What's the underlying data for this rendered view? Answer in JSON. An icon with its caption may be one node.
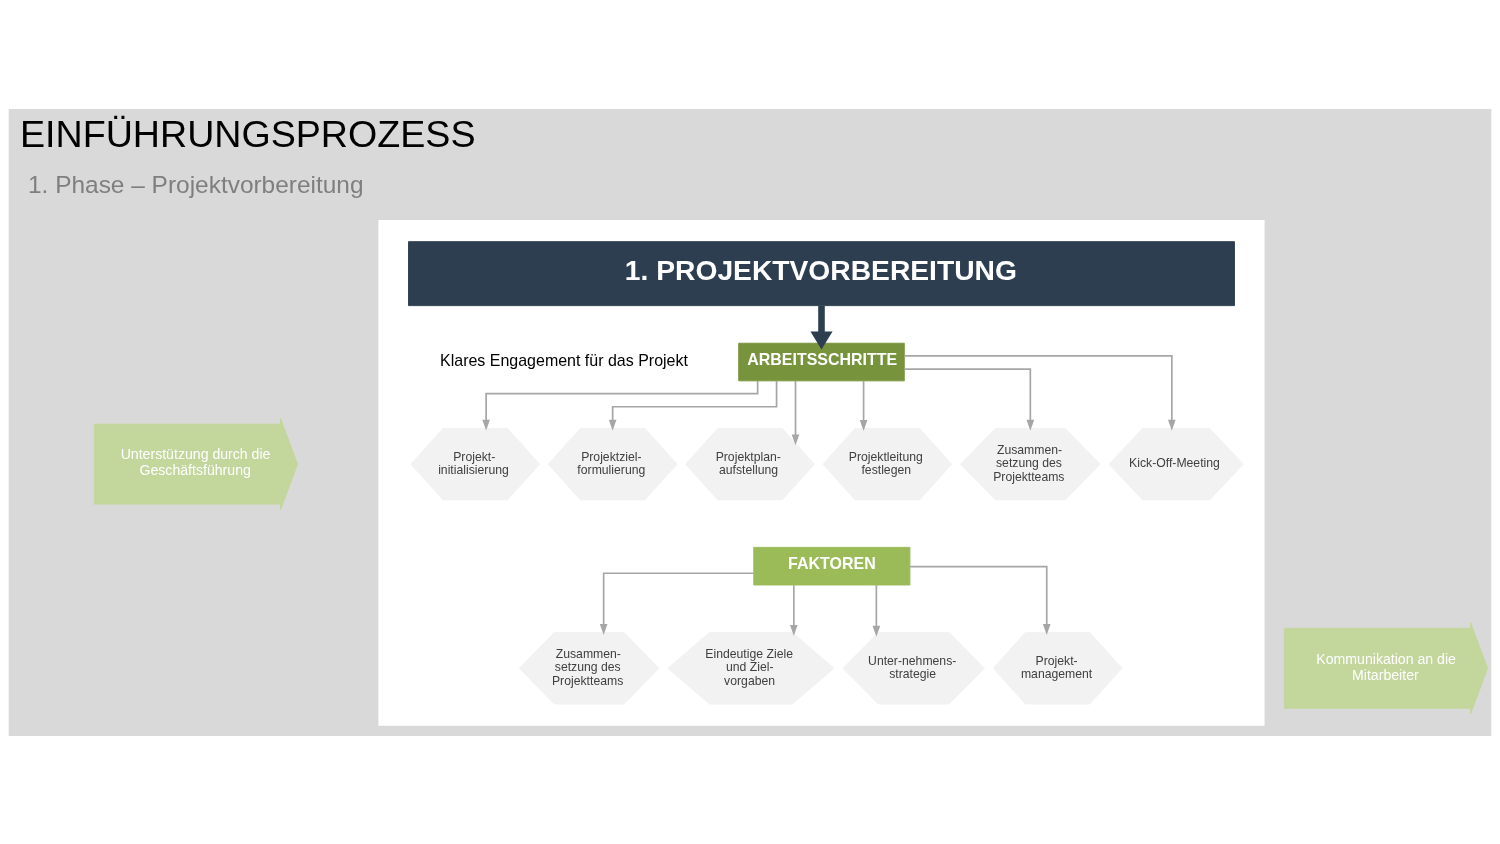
{
  "diagram": {
    "title": "EINFÜHRUNGSPROZESS",
    "nodes": [
      {
        "text": [],
        "shape": "box"
      },
      {
        "text": [
          "1. PROJEKTVORBEREITUNG"
        ],
        "in": 0
      },
      {
        "text": [
          "ARBEITSSCHRITTE"
        ],
        "in": 0
      },
      {
        "text": [
          "Projekt- initialisierung"
        ],
        "in": 0
      },
      {
        "text": [
          "Projektziel- formulierung"
        ],
        "in": 0
      },
      {
        "text": [
          "Projektplan- aufstellung"
        ],
        "in": 0
      },
      {
        "text": [
          "Projektleitung festlegen"
        ],
        "in": 0
      },
      {
        "text": [
          "Zusammen- setzung des Projektteams"
        ],
        "in": 0
      },
      {
        "text": [
          "Kick-Off-Meeting"
        ],
        "in": 0
      },
      {
        "text": [
          "FAKTOREN"
        ],
        "in": 0
      },
      {
        "text": [
          "Zusammen- setzung des Projektteams"
        ],
        "in": 0
      },
      {
        "text": [
          "Eindeutige Ziele und Ziel- vorgaben"
        ],
        "in": 0
      },
      {
        "text": [
          "Unter-nehmens- strategie"
        ],
        "in": 0
      },
      {
        "text": [
          "Projekt- management"
        ],
        "in": 0
      },
      {
        "text": [
          "Unterstützung durch die Geschäftsführung"
        ]
      },
      {
        "text": [
          "Kommunikation an die Mitarbeiter"
        ]
      }
    ],
    "edges": [
      {
        "from": 1,
        "to": 2,
        "arrow": "to",
        "style": "thick",
        "color": "#2d3e50"
      },
      {
        "from": 2,
        "to": 3,
        "arrow": "to"
      },
      {
        "from": 2,
        "to": 4,
        "arrow": "to"
      },
      {
        "from": 2,
        "to": 5,
        "arrow": "to"
      },
      {
        "from": 2,
        "to": 6,
        "arrow": "to"
      },
      {
        "from": 2,
        "to": 7,
        "arrow": "to"
      },
      {
        "from": 2,
        "to": 8,
        "arrow": "to"
      },
      {
        "from": 9,
        "to": 10,
        "arrow": "to"
      },
      {
        "from": 9,
        "to": 11,
        "arrow": "to"
      },
      {
        "from": 9,
        "to": 12,
        "arrow": "to"
      },
      {
        "from": 9,
        "to": 13,
        "arrow": "to"
      }
    ],
    "labels": [
      "1. Phase – Projektvorbereitung",
      "Klares Engagement für das Projekt"
    ]
  }
}
